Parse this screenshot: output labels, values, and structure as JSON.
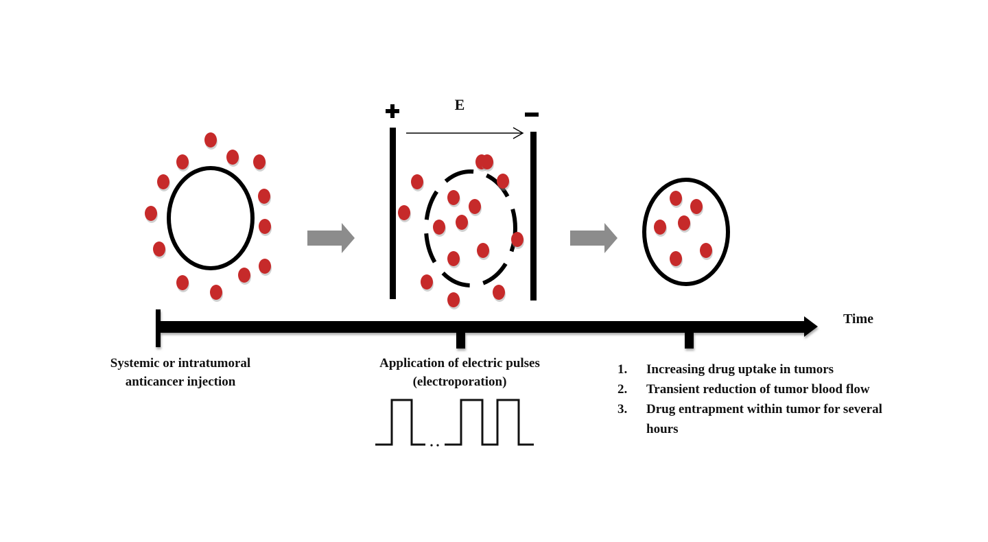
{
  "diagram": {
    "colors": {
      "drug": "#c62a2a",
      "drug_shadow": "#9a9a9a",
      "outline": "#000000",
      "stage_arrow": "#8c8c8c",
      "background": "#ffffff"
    },
    "stages": [
      {
        "id": "injection",
        "description": "tumor surrounded by drug molecules (intact membrane)",
        "drug_count": 13
      },
      {
        "id": "electroporation",
        "description": "tumor with permeabilized (dashed) membrane between electrodes",
        "drug_count": 15
      },
      {
        "id": "entrapment",
        "description": "drug molecules entrapped within tumor",
        "drug_count": 6
      }
    ],
    "electrodes": {
      "positive_symbol": "+",
      "negative_symbol": "−",
      "field_label": "E"
    },
    "timeline": {
      "axis_label": "Time",
      "events": [
        {
          "label_lines": [
            "Systemic or intratumoral",
            "anticancer  injection"
          ]
        },
        {
          "label_lines": [
            "Application of electric pulses",
            "(electroporation)"
          ]
        }
      ],
      "outcomes": [
        {
          "number": "1.",
          "text": "Increasing drug uptake in tumors"
        },
        {
          "number": "2.",
          "text": "Transient reduction of tumor blood flow"
        },
        {
          "number": "3.",
          "text": "Drug entrapment within tumor for several",
          "continuation": "hours"
        }
      ]
    },
    "pulse_train": {
      "pulses_before_gap": 1,
      "pulses_after_gap": 2,
      "gap_symbol": ".."
    }
  }
}
